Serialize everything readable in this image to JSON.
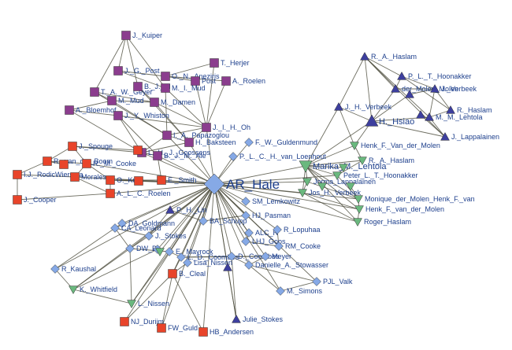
{
  "colors": {
    "purple_square": "#8b3d8e",
    "red_square": "#e8442a",
    "blue_diamond": "#86a9e6",
    "blue_triangle": "#3d3f9e",
    "green_triangle": "#6ab87e",
    "label": "#1d3f8c",
    "edge": "#4a4a3a"
  },
  "nodes": [
    {
      "id": "hub",
      "label": "AR_Hale",
      "shape": "diamond",
      "color": "blue_diamond",
      "big": "hub"
    },
    {
      "id": "lehtola",
      "label": "Marika_M._Lehtola",
      "shape": "tri_down",
      "color": "green_triangle",
      "big": "big"
    },
    {
      "id": "hsiao",
      "label": "H._Hsiao",
      "shape": "tri_up",
      "color": "blue_triangle",
      "big": "big"
    },
    {
      "id": "kuiper",
      "label": "J._Kuiper",
      "shape": "square",
      "color": "purple_square"
    },
    {
      "id": "post",
      "label": "J._G._Post",
      "shape": "square",
      "color": "purple_square"
    },
    {
      "id": "herjer",
      "label": "T._Herjer",
      "shape": "square",
      "color": "purple_square"
    },
    {
      "id": "aneziris",
      "label": "O._N._Aneziris",
      "shape": "square",
      "color": "purple_square"
    },
    {
      "id": "post2",
      "label": "Post",
      "shape": "square",
      "color": "purple_square"
    },
    {
      "id": "roelen",
      "label": "A._Roelen",
      "shape": "square",
      "color": "purple_square"
    },
    {
      "id": "geyer",
      "label": "T._A._W._Geyer",
      "shape": "square",
      "color": "purple_square"
    },
    {
      "id": "b_j_al",
      "label": "B._J._Al",
      "shape": "square",
      "color": "purple_square"
    },
    {
      "id": "mud",
      "label": "M._I._Mud",
      "shape": "square",
      "color": "purple_square"
    },
    {
      "id": "bloemhof",
      "label": "A._Bloemhof",
      "shape": "square",
      "color": "purple_square"
    },
    {
      "id": "mmud",
      "label": "M._Mud",
      "shape": "square",
      "color": "purple_square"
    },
    {
      "id": "damen",
      "label": "M._Damen",
      "shape": "square",
      "color": "purple_square"
    },
    {
      "id": "whiston",
      "label": "J._Y._Whiston",
      "shape": "square",
      "color": "purple_square"
    },
    {
      "id": "oh",
      "label": "J._I._H._Oh",
      "shape": "square",
      "color": "purple_square"
    },
    {
      "id": "papazoglou",
      "label": "I._A._Papazoglou",
      "shape": "square",
      "color": "purple_square"
    },
    {
      "id": "baksteen",
      "label": "H._Baksteen",
      "shape": "square",
      "color": "purple_square"
    },
    {
      "id": "goossens",
      "label": "L._H._J._Goossens",
      "shape": "square",
      "color": "purple_square"
    },
    {
      "id": "b_j_m_ale",
      "label": "B._J._M._Ale",
      "shape": "square",
      "color": "purple_square"
    },
    {
      "id": "spouge",
      "label": "J._Spouge",
      "shape": "square",
      "color": "red_square"
    },
    {
      "id": "vdboom",
      "label": "R._van_der_Boom",
      "shape": "square",
      "color": "red_square"
    },
    {
      "id": "cooke_rm",
      "label": "R._M._Cooke",
      "shape": "square",
      "color": "red_square"
    },
    {
      "id": "rodic",
      "label": "I.J._RodicWiersma",
      "shape": "square",
      "color": "red_square"
    },
    {
      "id": "morales",
      "label": "Morales",
      "shape": "square",
      "color": "red_square"
    },
    {
      "id": "okur",
      "label": "O._Kur",
      "shape": "square",
      "color": "red_square"
    },
    {
      "id": "smith",
      "label": "E._Smith",
      "shape": "square",
      "color": "red_square"
    },
    {
      "id": "roelen_alc",
      "label": "A._L._C._Roelen",
      "shape": "square",
      "color": "red_square"
    },
    {
      "id": "cooper",
      "label": "J._Cooper",
      "shape": "square",
      "color": "red_square"
    },
    {
      "id": "red_a",
      "label": "",
      "shape": "square",
      "color": "red_square"
    },
    {
      "id": "red_b",
      "label": "",
      "shape": "square",
      "color": "red_square"
    },
    {
      "id": "red_c",
      "label": "",
      "shape": "square",
      "color": "red_square"
    },
    {
      "id": "cleal",
      "label": "B._Cleal",
      "shape": "square",
      "color": "red_square"
    },
    {
      "id": "durijm",
      "label": "NJ_Durijm",
      "shape": "square",
      "color": "red_square"
    },
    {
      "id": "fw_guld",
      "label": "FW_Guld",
      "shape": "square",
      "color": "red_square"
    },
    {
      "id": "andersen",
      "label": "HB_Andersen",
      "shape": "square",
      "color": "red_square"
    },
    {
      "id": "guldenmund",
      "label": "F._W._Guldenmund",
      "shape": "diamond",
      "color": "blue_diamond"
    },
    {
      "id": "vanloenhout",
      "label": "P._L._C._H._van_Loenhout",
      "shape": "diamond",
      "color": "blue_diamond"
    },
    {
      "id": "lemkowitz",
      "label": "SM_Lemkowitz",
      "shape": "diamond",
      "color": "blue_diamond"
    },
    {
      "id": "pasman",
      "label": "HJ_Pasman",
      "shape": "diamond",
      "color": "blue_diamond"
    },
    {
      "id": "ba_schupp",
      "label": "BA_Schupp",
      "shape": "diamond",
      "color": "blue_diamond"
    },
    {
      "id": "alc_r",
      "label": "ALC_R",
      "shape": "diamond",
      "color": "blue_diamond"
    },
    {
      "id": "lopuhaa",
      "label": "R_Lopuhaa",
      "shape": "diamond",
      "color": "blue_diamond"
    },
    {
      "id": "lhj_goos",
      "label": "LHJ_Goos",
      "shape": "diamond",
      "color": "blue_diamond"
    },
    {
      "id": "rm_cooke",
      "label": "RM_Cooke",
      "shape": "diamond",
      "color": "blue_diamond"
    },
    {
      "id": "da_goldmann",
      "label": "DA_Goldmann",
      "shape": "diamond",
      "color": "blue_diamond"
    },
    {
      "id": "ca_leonard",
      "label": "CA_Leonard",
      "shape": "diamond",
      "color": "blue_diamond"
    },
    {
      "id": "stokes_j",
      "label": "J._Stokes",
      "shape": "diamond",
      "color": "blue_diamond"
    },
    {
      "id": "dw_ba",
      "label": "DW_Ba",
      "shape": "diamond",
      "color": "blue_diamond"
    },
    {
      "id": "mayrock",
      "label": "E._Mayrock",
      "shape": "diamond",
      "color": "blue_diamond"
    },
    {
      "id": "kaushal",
      "label": "R_Kaushal",
      "shape": "diamond",
      "color": "blue_diamond"
    },
    {
      "id": "coombes_l",
      "label": "L._D._Coombes",
      "shape": "diamond",
      "color": "blue_diamond"
    },
    {
      "id": "coombes_d",
      "label": "D._Coombes",
      "shape": "diamond",
      "color": "blue_diamond"
    },
    {
      "id": "meyer",
      "label": "Meyer",
      "shape": "diamond",
      "color": "blue_diamond"
    },
    {
      "id": "nissen_lisa",
      "label": "Lisa_Nissen",
      "shape": "diamond",
      "color": "blue_diamond"
    },
    {
      "id": "stowasser",
      "label": "Danielle_A._Stowasser",
      "shape": "diamond",
      "color": "blue_diamond"
    },
    {
      "id": "valk",
      "label": "PJL_Valk",
      "shape": "diamond",
      "color": "blue_diamond"
    },
    {
      "id": "simons",
      "label": "M._Simons",
      "shape": "diamond",
      "color": "blue_diamond"
    },
    {
      "id": "diam_a",
      "label": "",
      "shape": "diamond",
      "color": "blue_diamond"
    },
    {
      "id": "lin",
      "label": "P._H._Lin",
      "shape": "tri_up",
      "color": "blue_triangle"
    },
    {
      "id": "julie",
      "label": "Julie_Stokes",
      "shape": "tri_up",
      "color": "blue_triangle"
    },
    {
      "id": "nissen_tri",
      "label": "",
      "shape": "tri_up",
      "color": "blue_triangle"
    },
    {
      "id": "haslam_ra",
      "label": "R._A._Haslam",
      "shape": "tri_up",
      "color": "blue_triangle"
    },
    {
      "id": "hoonakker_p",
      "label": "P._L._T._Hoonakker",
      "shape": "tri_up",
      "color": "blue_triangle"
    },
    {
      "id": "vdmolen_top",
      "label": "der_Molen_Molen",
      "shape": "tri_up",
      "color": "blue_triangle"
    },
    {
      "id": "verbeek_j",
      "label": "J._Verbeek",
      "shape": "tri_up",
      "color": "blue_triangle"
    },
    {
      "id": "verbeek_jh",
      "label": "J._H._Verbeek",
      "shape": "tri_up",
      "color": "blue_triangle"
    },
    {
      "id": "haslam_r",
      "label": "R._Haslam",
      "shape": "tri_up",
      "color": "blue_triangle"
    },
    {
      "id": "lehtola_m",
      "label": "M._M._Lehtola",
      "shape": "tri_up",
      "color": "blue_triangle"
    },
    {
      "id": "lappalainen_j",
      "label": "J._Lappalainen",
      "shape": "tri_up",
      "color": "blue_triangle"
    },
    {
      "id": "tri_a",
      "label": "",
      "shape": "tri_up",
      "color": "blue_triangle"
    },
    {
      "id": "tri_b",
      "label": "",
      "shape": "tri_up",
      "color": "blue_triangle"
    },
    {
      "id": "vdmolen_hf",
      "label": "Henk_F._Van_der_Molen",
      "shape": "tri_down",
      "color": "green_triangle"
    },
    {
      "id": "haslam_ra2",
      "label": "R._A._Haslam",
      "shape": "tri_down",
      "color": "green_triangle"
    },
    {
      "id": "lappalainen_jorma",
      "label": "Jorma_Lappalainen",
      "shape": "tri_down",
      "color": "green_triangle"
    },
    {
      "id": "hoonakker_peter",
      "label": "Peter_L._T._Hoonakker",
      "shape": "tri_down",
      "color": "green_triangle"
    },
    {
      "id": "verbeek_jos",
      "label": "Jos_H._Verbeek",
      "shape": "tri_down",
      "color": "green_triangle"
    },
    {
      "id": "monique",
      "label": "Monique_der_Molen_Henk_F._van",
      "shape": "tri_down",
      "color": "green_triangle"
    },
    {
      "id": "henkf",
      "label": "Henk_F._van_der_Molen",
      "shape": "tri_down",
      "color": "green_triangle"
    },
    {
      "id": "roger",
      "label": "Roger_Haslam",
      "shape": "tri_down",
      "color": "green_triangle"
    },
    {
      "id": "whitfield",
      "label": "K._Whitfield",
      "shape": "tri_down",
      "color": "green_triangle"
    },
    {
      "id": "nissen_l",
      "label": "L._Nissen",
      "shape": "tri_down",
      "color": "green_triangle"
    },
    {
      "id": "grn_a",
      "label": "",
      "shape": "tri_down",
      "color": "green_triangle"
    },
    {
      "id": "grn_b",
      "label": "",
      "shape": "tri_down",
      "color": "green_triangle"
    },
    {
      "id": "grn_c",
      "label": "",
      "shape": "tri_down",
      "color": "green_triangle"
    },
    {
      "id": "grn_d",
      "label": "",
      "shape": "tri_down",
      "color": "green_triangle"
    }
  ]
}
